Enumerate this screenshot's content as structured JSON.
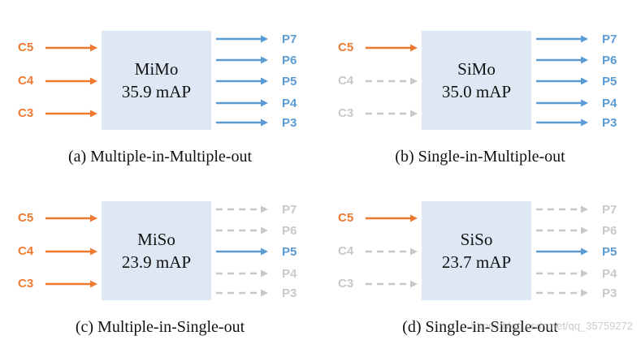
{
  "colors": {
    "input_active": "#ee7a30",
    "output_active": "#5b9bd5",
    "inactive": "#c8c8c8",
    "box_fill": "#dde8f4"
  },
  "panels": [
    {
      "id": "a",
      "name": "MiMo",
      "metric": "35.9 mAP",
      "caption": "(a) Multiple-in-Multiple-out",
      "inputs": [
        {
          "label": "C5",
          "active": true
        },
        {
          "label": "C4",
          "active": true
        },
        {
          "label": "C3",
          "active": true
        }
      ],
      "outputs": [
        {
          "label": "P7",
          "active": true
        },
        {
          "label": "P6",
          "active": true
        },
        {
          "label": "P5",
          "active": true
        },
        {
          "label": "P4",
          "active": true
        },
        {
          "label": "P3",
          "active": true
        }
      ]
    },
    {
      "id": "b",
      "name": "SiMo",
      "metric": "35.0 mAP",
      "caption": "(b) Single-in-Multiple-out",
      "inputs": [
        {
          "label": "C5",
          "active": true
        },
        {
          "label": "C4",
          "active": false
        },
        {
          "label": "C3",
          "active": false
        }
      ],
      "outputs": [
        {
          "label": "P7",
          "active": true
        },
        {
          "label": "P6",
          "active": true
        },
        {
          "label": "P5",
          "active": true
        },
        {
          "label": "P4",
          "active": true
        },
        {
          "label": "P3",
          "active": true
        }
      ]
    },
    {
      "id": "c",
      "name": "MiSo",
      "metric": "23.9 mAP",
      "caption": "(c) Multiple-in-Single-out",
      "inputs": [
        {
          "label": "C5",
          "active": true
        },
        {
          "label": "C4",
          "active": true
        },
        {
          "label": "C3",
          "active": true
        }
      ],
      "outputs": [
        {
          "label": "P7",
          "active": false
        },
        {
          "label": "P6",
          "active": false
        },
        {
          "label": "P5",
          "active": true
        },
        {
          "label": "P4",
          "active": false
        },
        {
          "label": "P3",
          "active": false
        }
      ]
    },
    {
      "id": "d",
      "name": "SiSo",
      "metric": "23.7 mAP",
      "caption": "(d) Single-in-Single-out",
      "inputs": [
        {
          "label": "C5",
          "active": true
        },
        {
          "label": "C4",
          "active": false
        },
        {
          "label": "C3",
          "active": false
        }
      ],
      "outputs": [
        {
          "label": "P7",
          "active": false
        },
        {
          "label": "P6",
          "active": false
        },
        {
          "label": "P5",
          "active": true
        },
        {
          "label": "P4",
          "active": false
        },
        {
          "label": "P3",
          "active": false
        }
      ]
    }
  ],
  "watermark": "https://blog.csdn.net/qq_35759272"
}
